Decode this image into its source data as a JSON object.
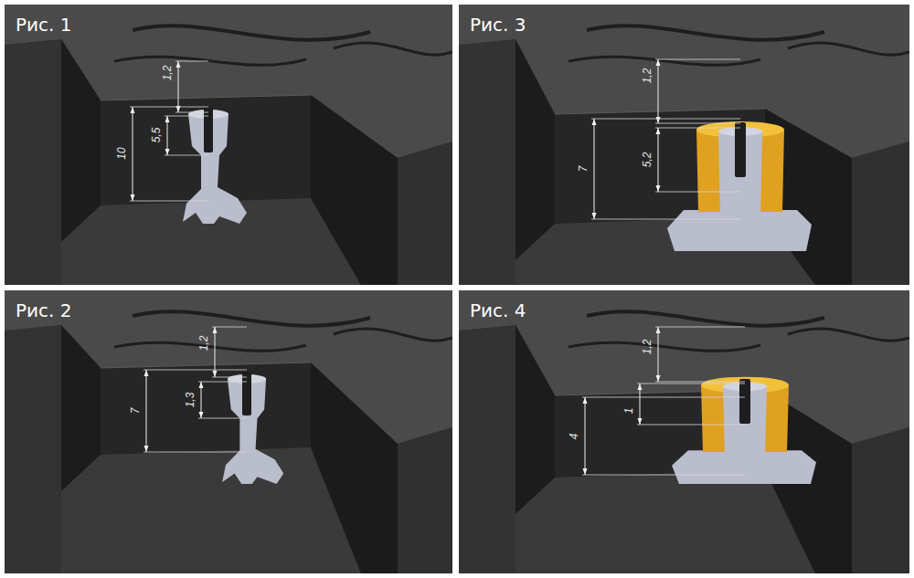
{
  "diagram": {
    "nodes": [
      {
        "text": [
          "Рис. 1"
        ]
      },
      {
        "text": [
          "Рис. 3"
        ]
      },
      {
        "text": [
          "Рис. 2"
        ]
      },
      {
        "text": [
          "Рис. 4"
        ]
      }
    ],
    "labels": [
      "1,2",
      "5,5",
      "10",
      "1,2",
      "5,2",
      "7",
      "1,2",
      "1,3",
      "7",
      "1,2",
      "1",
      "4"
    ]
  }
}
